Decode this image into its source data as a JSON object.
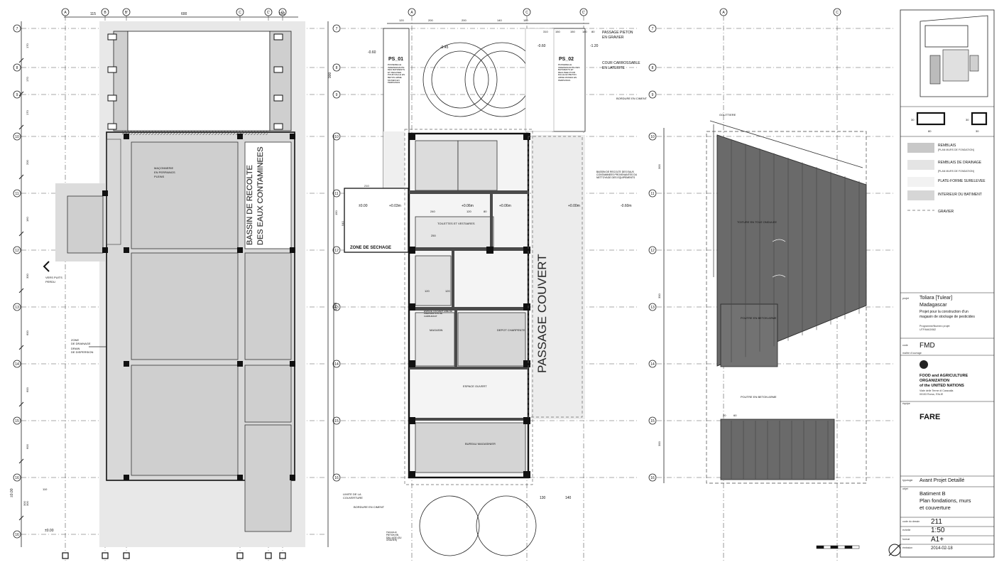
{
  "grid_columns_left": [
    "A",
    "B",
    "B'",
    "C",
    "C'",
    "D"
  ],
  "grid_columns_mid": [
    "A",
    "C",
    "C'"
  ],
  "grid_columns_right": [
    "A",
    "C"
  ],
  "grid_rows": [
    "7",
    "8",
    "9",
    "10",
    "11",
    "12",
    "13",
    "14",
    "15",
    "16"
  ],
  "left_plan": {
    "top_dims": [
      "115",
      "600",
      "150"
    ],
    "side_dims": [
      "170",
      "170",
      "170",
      "200",
      "160",
      "300",
      "600",
      "600",
      "600",
      "300"
    ],
    "right_dim": "900",
    "bassin_label_1": "BASSIN DE RECOLTE",
    "bassin_label_2": "DES EAUX CONTAMINEES",
    "maconnerie": "MAÇONNERIE",
    "perpaings": "EN PERPAINGS",
    "pleins": "PLEINS",
    "puits_1": "VERS PUITS",
    "puits_2": "PERDU",
    "zone_1": "ZONE",
    "zone_2": "DE DRAINAGE",
    "drain_1": "DRAIN",
    "drain_2": "DE DISPERSION",
    "elev_left": "±0.00",
    "elev_bottom": "±0.00",
    "bottom_dim_1": "110",
    "bottom_dim_2": "300"
  },
  "mid_plan": {
    "top_dims": [
      "120",
      "200",
      "200",
      "140",
      "180",
      "310",
      "150",
      "150",
      "180",
      "80"
    ],
    "ps01": "PS_01",
    "ps02": "PS_02",
    "ps_note": "PASSERELLE INDEPENDANTE DES BATIMENTS ET REALISEE POUR DALLE EN BETON ARME MUNIES EN PERPAINGS",
    "passage_pieton_1": "PASSAGE PIETON",
    "passage_pieton_2": "EN GRAVIER",
    "cour_1": "COUR CARROSSABLE",
    "cour_2": "EN LATERITE",
    "bordure": "BORDURE EN CIMENT",
    "bassin_note": "BASSIN DE RECOLTE DES EAUX CONTAMINEES PROVENANTES DU NETTOYAGE DES EQUIPEMENTS",
    "passage_couvert": "PASSAGE COUVERT",
    "zone_sechage": "ZONE DE SECHAGE",
    "toilettes": "TOILETTES ET VESTIAIRES",
    "espace_couvert": "ESPACE COUVERT AIRE DE PREPARATION DE CARBURANT",
    "magasin": "MAGASIN",
    "depot": "DEPOT CHARPENTE",
    "espace_ouvert": "ESPACE OUVERT",
    "bureau": "BUREAU MAGASINIER",
    "limite_1": "LIMITE DE LA",
    "limite_2": "COUVERTURE",
    "bordure_bottom": "BORDURE EN CIMENT",
    "passage_bottom": "PASSAGE PIETON EN DALLAGE (OU GRAVIER)",
    "elevs": [
      "-0.60",
      "-0.45",
      "-0.60",
      "-1.20",
      "±0.00",
      "+0.03m",
      "+0.06m",
      "+0.06m",
      "+0.00m",
      "-0.60m"
    ],
    "room_dims": [
      "240",
      "120",
      "80",
      "250",
      "120",
      "210",
      "120"
    ],
    "dim_1600": "1600",
    "bottom_dims": [
      "130",
      "140"
    ],
    "dim_940": "940",
    "dim_150": "150"
  },
  "right_plan": {
    "gouttiere": "GOUTTIERE",
    "toiture_note": "TOITURE EN TOLE ONDULEE",
    "poutre_1": "POUTRE EN BETON ARME",
    "poutre_2": "POUTRE EN BETON ARME",
    "dims_300": [
      "300",
      "300",
      "300"
    ],
    "rib_labels": [
      "20",
      "60"
    ]
  },
  "legend": {
    "pillar_1_dims": [
      "80",
      "30"
    ],
    "pillar_2_dims": [
      "30",
      "30"
    ],
    "items": [
      {
        "title": "REMBLAIS",
        "sub": "[PLAN MURS DE FONDATION]"
      },
      {
        "title": "REMBLAIS DE DRAINAGE",
        "sub": "[PLAN MURS DE FONDATION]"
      },
      {
        "title": "PLATE-FORME SURELEVEE",
        "sub": ""
      },
      {
        "title": "INTERIEUR DU BATIMENT",
        "sub": ""
      },
      {
        "title": "GRAVIER",
        "sub": ""
      }
    ]
  },
  "title_block": {
    "projet_label": "projet",
    "projet_city": "Toliara [Tulear]",
    "projet_country": "Madagascar",
    "projet_desc_1": "Projet pour la construction d'un",
    "projet_desc_2": "magasin de stockage de pesticides",
    "programme_1": "Programme/Numero projet",
    "programme_2": "UTF/MAG/082",
    "code_label": "code",
    "code": "FMD",
    "maitre_label": "maître d'ouvrage",
    "fao_1": "FOOD and AGRICULTURE",
    "fao_2": "ORGANIZATION",
    "fao_3": "of the UNITED NATIONS",
    "fao_4": "Viale delle Terme di Caracalla",
    "fao_5": "00153 Roma, ITALIE",
    "equipe_label": "équipe",
    "fare": "FARE",
    "typologie_label": "typologie",
    "typologie": "Avant Projet Detaillé",
    "objet_label": "objet",
    "objet_1": "Batiment B",
    "objet_2": "Plan fondations, murs",
    "objet_3": "et couverture",
    "dessin_label": "code du dessin",
    "dessin": "211",
    "echelle_label": "échelle",
    "echelle": "1:50",
    "format_label": "format",
    "format": "A1+",
    "emission_label": "émission",
    "emission": "2014-02-18"
  }
}
